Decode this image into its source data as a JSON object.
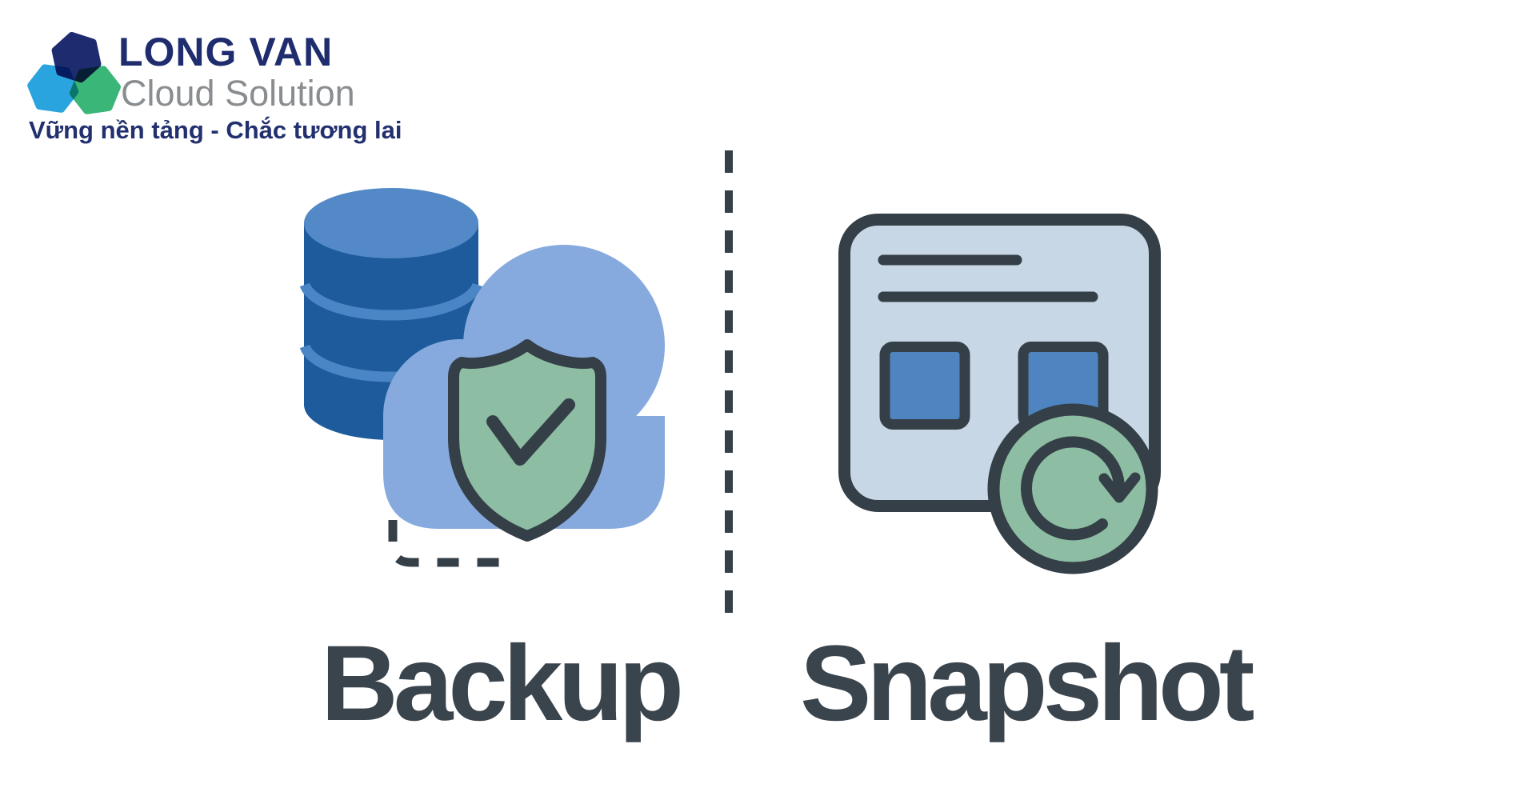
{
  "page": {
    "background": "#ffffff"
  },
  "logo": {
    "title": "LONG VAN",
    "subtitle": "Cloud Solution",
    "tagline": "Vững nền tảng - Chắc tương lai",
    "colors": {
      "navy": "#1e2b6e",
      "cyan": "#29a4df",
      "green": "#3ab778",
      "title_navy": "#1f2d6e",
      "subtitle_gray": "#8a8d90",
      "tagline_navy": "#22306f"
    }
  },
  "sections": {
    "left": {
      "label": "Backup"
    },
    "right": {
      "label": "Snapshot"
    }
  },
  "colors": {
    "outline": "#353f48",
    "label_text": "#3a444d",
    "db_top": "#5289c6",
    "db_body": "#1e5b9c",
    "db_band": "#4a85c5",
    "cloud": "#87aade",
    "shield_green": "#8dbda2",
    "card": "#c7d7e5",
    "square_blue": "#4e85c0"
  },
  "icons": {
    "logo_mark": "three-overlapping-hexagons",
    "left": [
      "database-icon",
      "cloud-icon",
      "shield-check-icon",
      "dashed-connector"
    ],
    "divider": "vertical-dashed-line",
    "right": [
      "snapshot-window-icon",
      "window-text-lines",
      "window-thumbnails",
      "restore-icon",
      "restore-arrow-icon"
    ]
  }
}
